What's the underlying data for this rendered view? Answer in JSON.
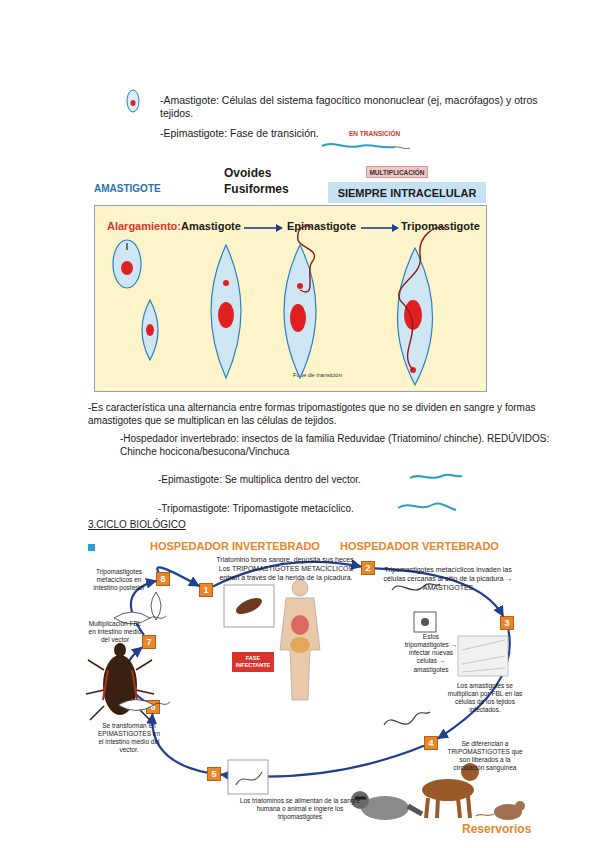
{
  "diagram": {
    "nodes": [
      {
        "text": [
          "MULTIPLICACIÓN"
        ]
      },
      {
        "text": [
          "SIEMPRE INTRACELULAR"
        ]
      },
      {
        "text": [
          "Alargamiento:",
          "Amastigote",
          "Epimastigote",
          "Tripomastigote",
          "Fase de transición"
        ]
      },
      {
        "text": [
          "FASE INFECTANTE"
        ]
      },
      {
        "text": [
          "1"
        ]
      },
      {
        "text": [
          "2"
        ]
      },
      {
        "text": [
          "3"
        ]
      },
      {
        "text": [
          "4"
        ]
      },
      {
        "text": [
          "5"
        ]
      },
      {
        "text": [
          "6"
        ]
      },
      {
        "text": [
          "7"
        ]
      },
      {
        "text": [
          "8"
        ]
      }
    ],
    "edges": [
      {
        "from": 4,
        "to": 5,
        "arrow": "to"
      },
      {
        "from": 5,
        "to": 6,
        "arrow": "to"
      },
      {
        "from": 6,
        "to": 7,
        "arrow": "to"
      },
      {
        "from": 7,
        "to": 8,
        "arrow": "to"
      },
      {
        "from": 8,
        "to": 9,
        "arrow": "to"
      },
      {
        "from": 9,
        "to": 10,
        "arrow": "to"
      },
      {
        "from": 10,
        "to": 11,
        "arrow": "to"
      },
      {
        "from": 11,
        "to": 4,
        "arrow": "to"
      }
    ],
    "labels": [
      "-Amastigote: Células del sistema fagocítico mononuclear (ej, macrófagos) y otros tejidos.",
      "-Epimastigote: Fase de transición.",
      "EN TRANSICIÓN",
      "AMASTIGOTE",
      "Ovoides",
      "Fusiformes",
      "-Es característica una alternancia entre formas tripomastigotes que no se dividen en sangre y formas amastigotes que se multiplican en las células de tejidos.",
      "-Hospedador invertebrado: insectos de la familia Reduvidae (Triatomino/ chinche). REDÚVIDOS: Chinche hocicona/besucona/Vinchuca",
      "-Epimastigote: Se multiplica dentro del vector.",
      "-Tripomastigote: Tripomastigote metacíclico.",
      "3.CICLO BIOLÓGICO",
      "HOSPEDADOR INVERTEBRADO",
      "HOSPEDADOR VERTEBRADO",
      "Triatomino toma sangre, deposita sus heces. Los TRIPOMASTIGOTES METACÍCLICOS entran a través de la herida de la picadura.",
      "Tripomastigotes metacíclicos en intestino posterior",
      "Tripomastigotes metacíclicos invaden las células cercanas al sitio de la picadura → AMASTIGOTES",
      "Multiplicación FBL en intestino medio del vector",
      "Estos tripomastigotes → infectar nuevas células → amastigotes",
      "Los amastigotes se multiplican por FBL en las células de los tejidos infectados.",
      "Se transforman en EPIMASTIGOTES en el intestino medio del vector.",
      "Se diferencian a TRIPOMASTIGOTES que son liberados a la circulación sanguínea",
      "Los triatominos se alimentan de la sangre humana o animal e ingiere los tripomastigotes",
      "Reservorios"
    ]
  }
}
